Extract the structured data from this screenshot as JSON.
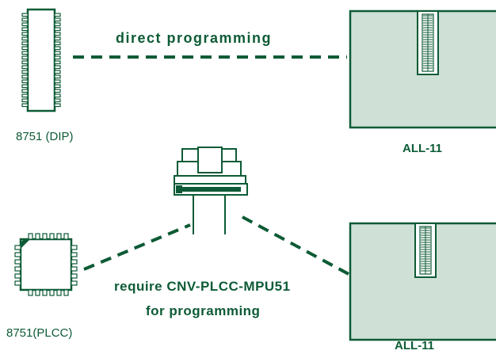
{
  "labels": {
    "direct": "direct   programming",
    "dip": "8751 (DIP)",
    "plcc": "8751(PLCC)",
    "programmer_top": "ALL-11",
    "programmer_bottom": "ALL-11",
    "require_line1": "require CNV-PLCC-MPU51",
    "require_line2": "for programming"
  },
  "colors": {
    "line": "#0d5b36",
    "box_fill": "#cfe0d6",
    "chip_fill": "#ffffff",
    "text": "#0d5b36"
  },
  "icons": [
    "dip-chip-icon",
    "plcc-chip-icon",
    "adapter-icon",
    "programmer-icon",
    "zif-socket-icon"
  ]
}
